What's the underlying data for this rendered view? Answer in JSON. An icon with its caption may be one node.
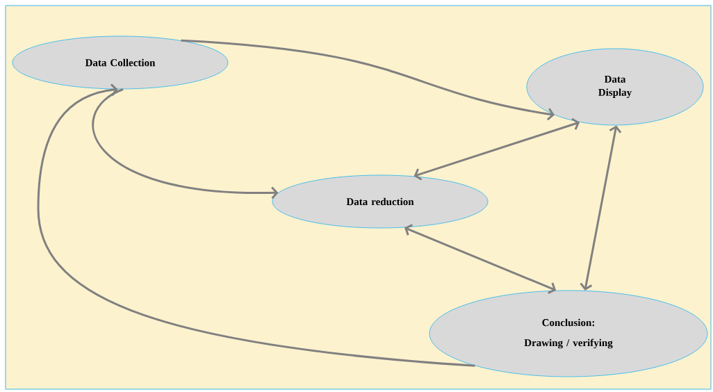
{
  "diagram": {
    "nodes": [
      {
        "text": [
          "Data Collection"
        ]
      },
      {
        "text": [
          "Data Display"
        ]
      },
      {
        "text": [
          "Data reduction"
        ]
      },
      {
        "text": [
          "Conclusion:",
          "Drawing / verifying"
        ]
      }
    ],
    "edges": [
      {
        "from": 0,
        "to": 1,
        "arrow": "to"
      },
      {
        "from": 0,
        "to": 2,
        "arrow": "to"
      },
      {
        "from": 1,
        "to": 2,
        "arrow": "both"
      },
      {
        "from": 1,
        "to": 3,
        "arrow": "both"
      },
      {
        "from": 2,
        "to": 3,
        "arrow": "both"
      },
      {
        "from": 3,
        "to": 0,
        "arrow": "to"
      }
    ]
  }
}
